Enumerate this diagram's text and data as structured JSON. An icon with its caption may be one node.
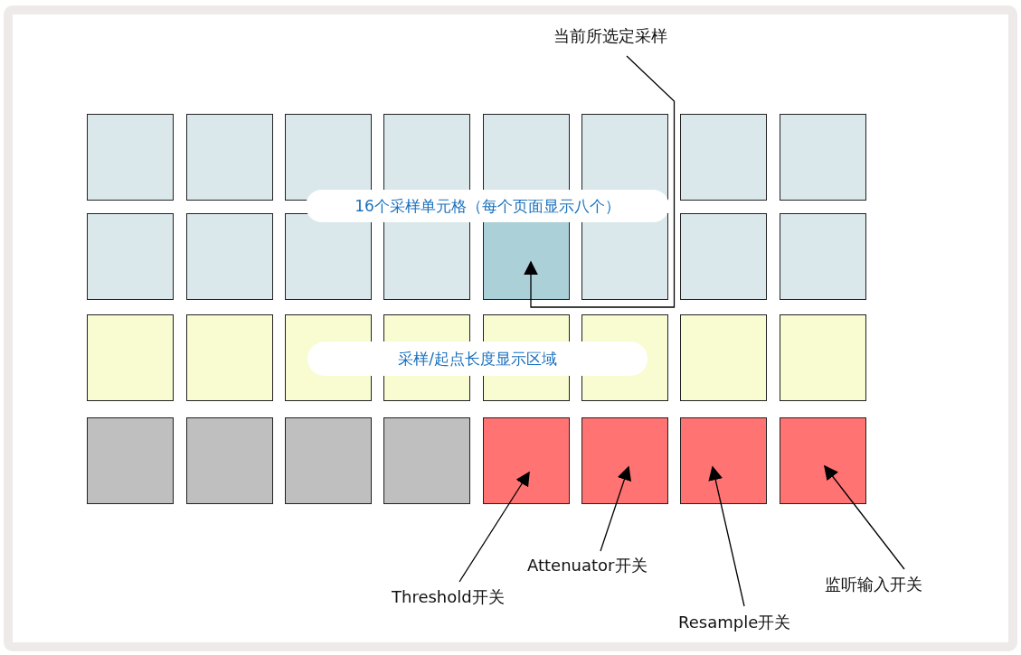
{
  "diagram": {
    "nodes": [
      {
        "text": [
          "当前所选定采样"
        ]
      },
      {
        "text": [],
        "shape": "box"
      },
      {
        "text": [],
        "shape": "box"
      },
      {
        "text": [],
        "shape": "box"
      },
      {
        "text": [],
        "shape": "box"
      },
      {
        "text": [],
        "shape": "box"
      },
      {
        "text": [],
        "shape": "box"
      },
      {
        "text": [],
        "shape": "box"
      },
      {
        "text": [],
        "shape": "box"
      },
      {
        "text": [
          "16个采样单元格（每个页面显示八个）"
        ]
      },
      {
        "text": [],
        "shape": "box"
      },
      {
        "text": [],
        "shape": "box"
      },
      {
        "text": [],
        "shape": "box"
      },
      {
        "text": [],
        "shape": "box"
      },
      {
        "text": [],
        "shape": "box"
      },
      {
        "text": [],
        "shape": "box"
      },
      {
        "text": [],
        "shape": "box"
      },
      {
        "text": [],
        "shape": "box"
      },
      {
        "text": [],
        "shape": "box"
      },
      {
        "text": [],
        "shape": "box"
      },
      {
        "text": [],
        "shape": "box"
      },
      {
        "text": [],
        "shape": "box"
      },
      {
        "text": [],
        "shape": "box"
      },
      {
        "text": [],
        "shape": "box"
      },
      {
        "text": [],
        "shape": "box"
      },
      {
        "text": [],
        "shape": "box"
      },
      {
        "text": [
          "采样/起点长度显示区域"
        ]
      },
      {
        "text": [],
        "shape": "box"
      },
      {
        "text": [],
        "shape": "box"
      },
      {
        "text": [],
        "shape": "box"
      },
      {
        "text": [],
        "shape": "box"
      },
      {
        "text": [],
        "shape": "box"
      },
      {
        "text": [],
        "shape": "box"
      },
      {
        "text": [],
        "shape": "box"
      },
      {
        "text": [],
        "shape": "box"
      },
      {
        "text": [
          "Threshold开关"
        ]
      },
      {
        "text": [
          "Attenuator开关"
        ]
      },
      {
        "text": [
          "Resample开关"
        ]
      },
      {
        "text": [
          "监听输入开关"
        ]
      }
    ],
    "edges": [
      {
        "from": 0,
        "to": 14,
        "arrow": "to"
      },
      {
        "from": 35,
        "to": 31,
        "arrow": "to"
      },
      {
        "from": 36,
        "to": 32,
        "arrow": "to"
      },
      {
        "from": 37,
        "to": 33,
        "arrow": "to"
      },
      {
        "from": 38,
        "to": 34,
        "arrow": "to"
      }
    ]
  }
}
